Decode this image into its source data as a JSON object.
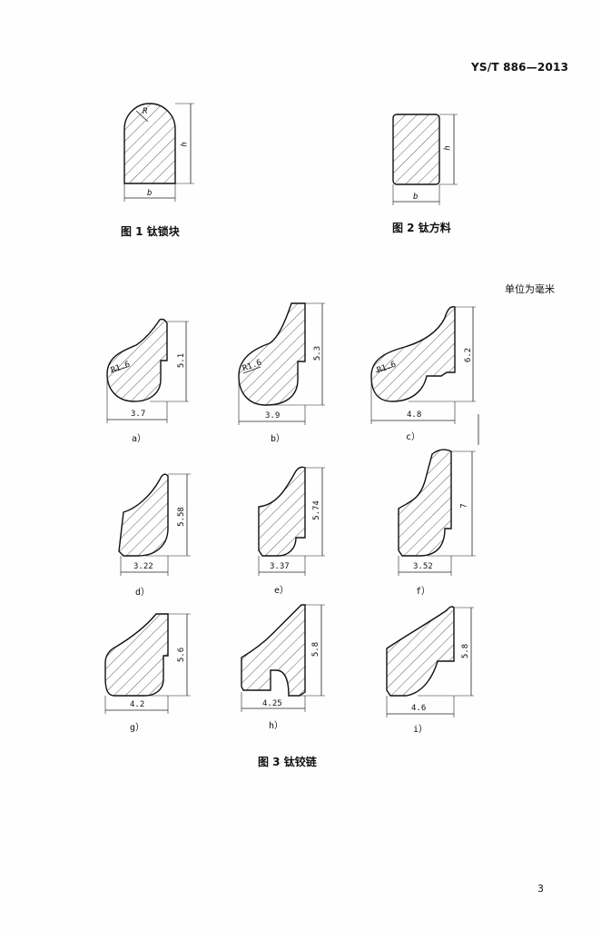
{
  "header": {
    "standard_number": "YS/T 886—2013"
  },
  "figure1": {
    "caption": "图 1   钛锁块",
    "dim_b": "b",
    "dim_h": "h",
    "dim_r": "R"
  },
  "figure2": {
    "caption": "图 2   钛方料",
    "dim_b": "b",
    "dim_h": "h"
  },
  "unit_note": "单位为毫米",
  "figure3": {
    "caption": "图 3   钛铰链",
    "radius_label": "R1.6",
    "profiles": [
      {
        "label": "a）",
        "width": "3.7",
        "height": "5.1"
      },
      {
        "label": "b）",
        "width": "3.9",
        "height": "5.3"
      },
      {
        "label": "c）",
        "width": "4.8",
        "height": "6.2"
      },
      {
        "label": "d）",
        "width": "3.22",
        "height": "5.58"
      },
      {
        "label": "e）",
        "width": "3.37",
        "height": "5.74"
      },
      {
        "label": "f）",
        "width": "3.52",
        "height": "7"
      },
      {
        "label": "g）",
        "width": "4.2",
        "height": "5.6"
      },
      {
        "label": "h）",
        "width": "4.25",
        "height": "5.8"
      },
      {
        "label": "i）",
        "width": "4.6",
        "height": "5.8"
      }
    ]
  },
  "page_number": "3"
}
